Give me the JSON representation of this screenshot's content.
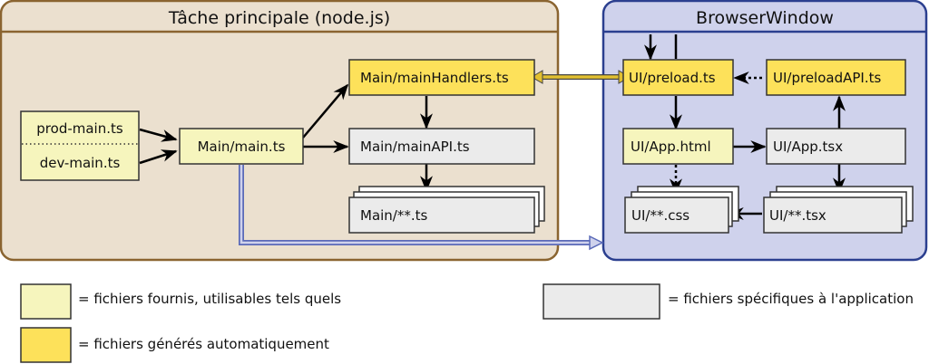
{
  "colors": {
    "main_panel_fill": "#ebe0cf",
    "main_panel_stroke": "#8a6430",
    "browser_panel_fill": "#cfd2ec",
    "browser_panel_stroke": "#2b3f8f",
    "provided": "#f6f5bd",
    "generated": "#fde15a",
    "specific": "#ebebeb",
    "ipc_arrow": "#e2c030",
    "load_arrow": "#5a6ab8"
  },
  "panels": {
    "main": {
      "title": "Tâche principale (node.js)"
    },
    "browser": {
      "title": "BrowserWindow"
    }
  },
  "nodes": {
    "prod_main": "prod-main.ts",
    "dev_main": "dev-main.ts",
    "main_main": "Main/main.ts",
    "main_handlers": "Main/mainHandlers.ts",
    "main_api": "Main/mainAPI.ts",
    "main_all": "Main/**.ts",
    "ui_preload": "UI/preload.ts",
    "ui_preload_api": "UI/preloadAPI.ts",
    "ui_app_html": "UI/App.html",
    "ui_app_tsx": "UI/App.tsx",
    "ui_css": "UI/**.css",
    "ui_tsx": "UI/**.tsx"
  },
  "legend": {
    "provided": "= fichiers fournis, utilisables tels quels",
    "specific": "= fichiers spécifiques à l'application",
    "generated": "= fichiers générés automatiquement"
  }
}
